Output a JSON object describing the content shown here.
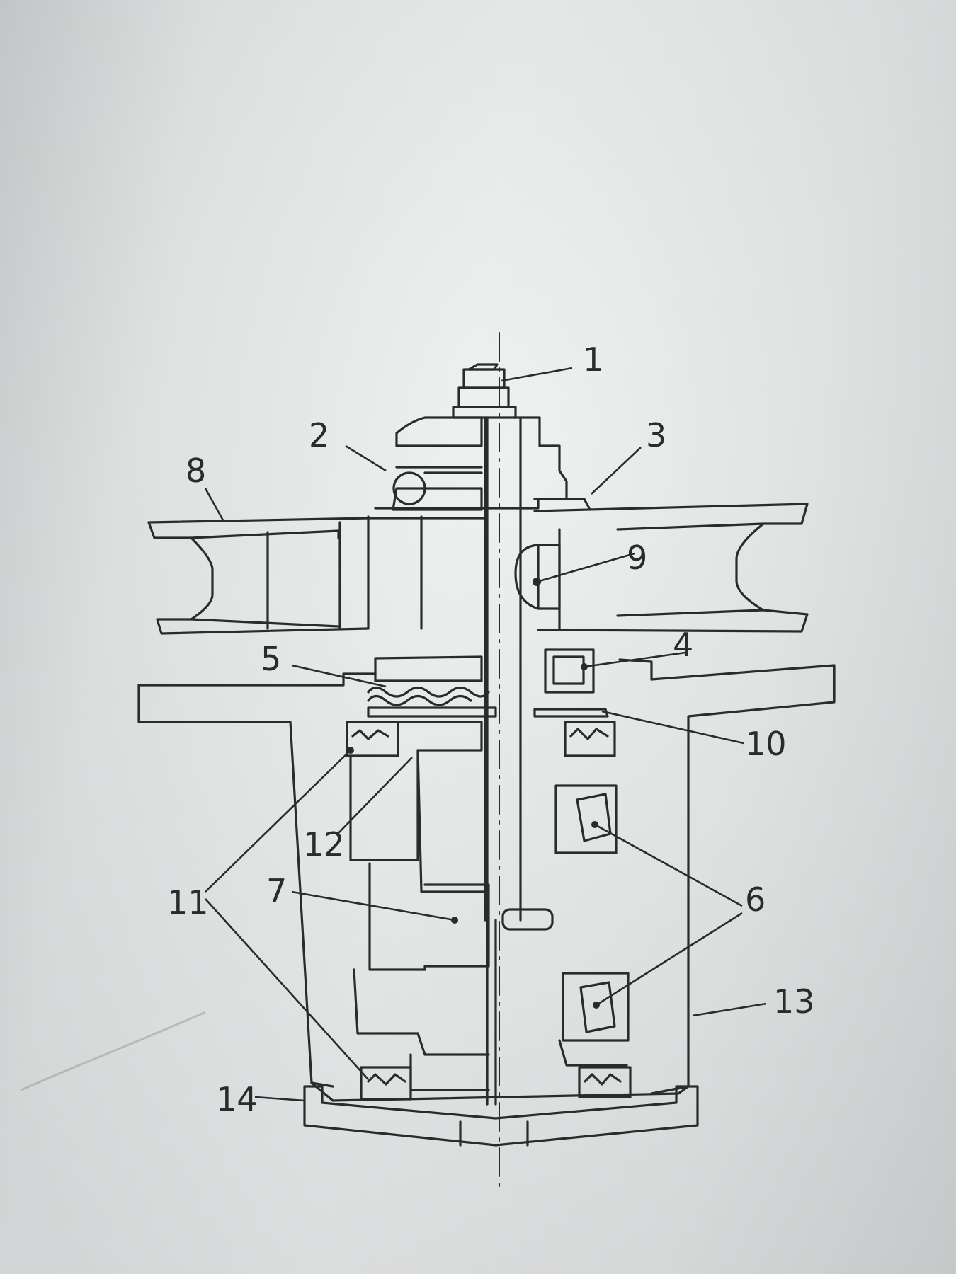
{
  "figure": {
    "labels": {
      "l1": "1",
      "l2": "2",
      "l3": "3",
      "l4": "4",
      "l5": "5",
      "l6": "6",
      "l7": "7",
      "l8": "8",
      "l9": "9",
      "l10": "10",
      "l11": "11",
      "l12": "12",
      "l13": "13",
      "l14": "14"
    }
  },
  "style": {
    "ink": "#2a2b2b",
    "paper": "#e6e8e8"
  }
}
